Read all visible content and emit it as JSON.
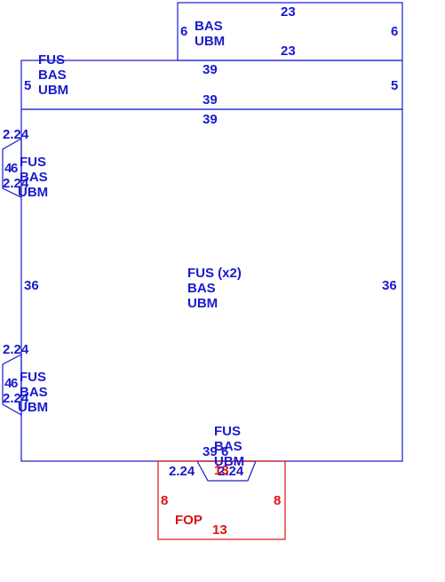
{
  "colors": {
    "panel": "#1a1acc",
    "piece": "#dd1111",
    "background": "#ffffff"
  },
  "panels": {
    "top": {
      "labels": [
        "BAS",
        "UBM"
      ],
      "top_edge": "23",
      "bottom_edge": "23",
      "left_edge": "6",
      "right_edge": "6"
    },
    "middle": {
      "labels": [
        "FUS",
        "BAS",
        "UBM"
      ],
      "top_edge": "39",
      "bottom_edge": "39",
      "left_edge": "5",
      "right_edge": "5"
    },
    "body": {
      "labels": [
        "FUS (x2)",
        "BAS",
        "UBM"
      ],
      "top_edge": "39",
      "bottom_edge": "39",
      "left_edge": "36",
      "right_edge": "36"
    },
    "side_upper": {
      "labels": [
        "FUS",
        "BAS",
        "UBM"
      ],
      "top_edge": "2.24",
      "bottom_edge": "2.24",
      "height": "4",
      "width": "6"
    },
    "side_lower": {
      "labels": [
        "FUS",
        "BAS",
        "UBM"
      ],
      "top_edge": "2.24",
      "bottom_edge": "2.24",
      "height": "4",
      "width": "6"
    },
    "bottom_tab": {
      "labels": [
        "FUS",
        "BAS",
        "UBM"
      ],
      "height": "6",
      "left_edge": "2.24",
      "right_edge": "2.24"
    }
  },
  "piece": {
    "label": "FOP",
    "top_edge": "13",
    "bottom_edge": "13",
    "left_edge": "8",
    "right_edge": "8"
  }
}
